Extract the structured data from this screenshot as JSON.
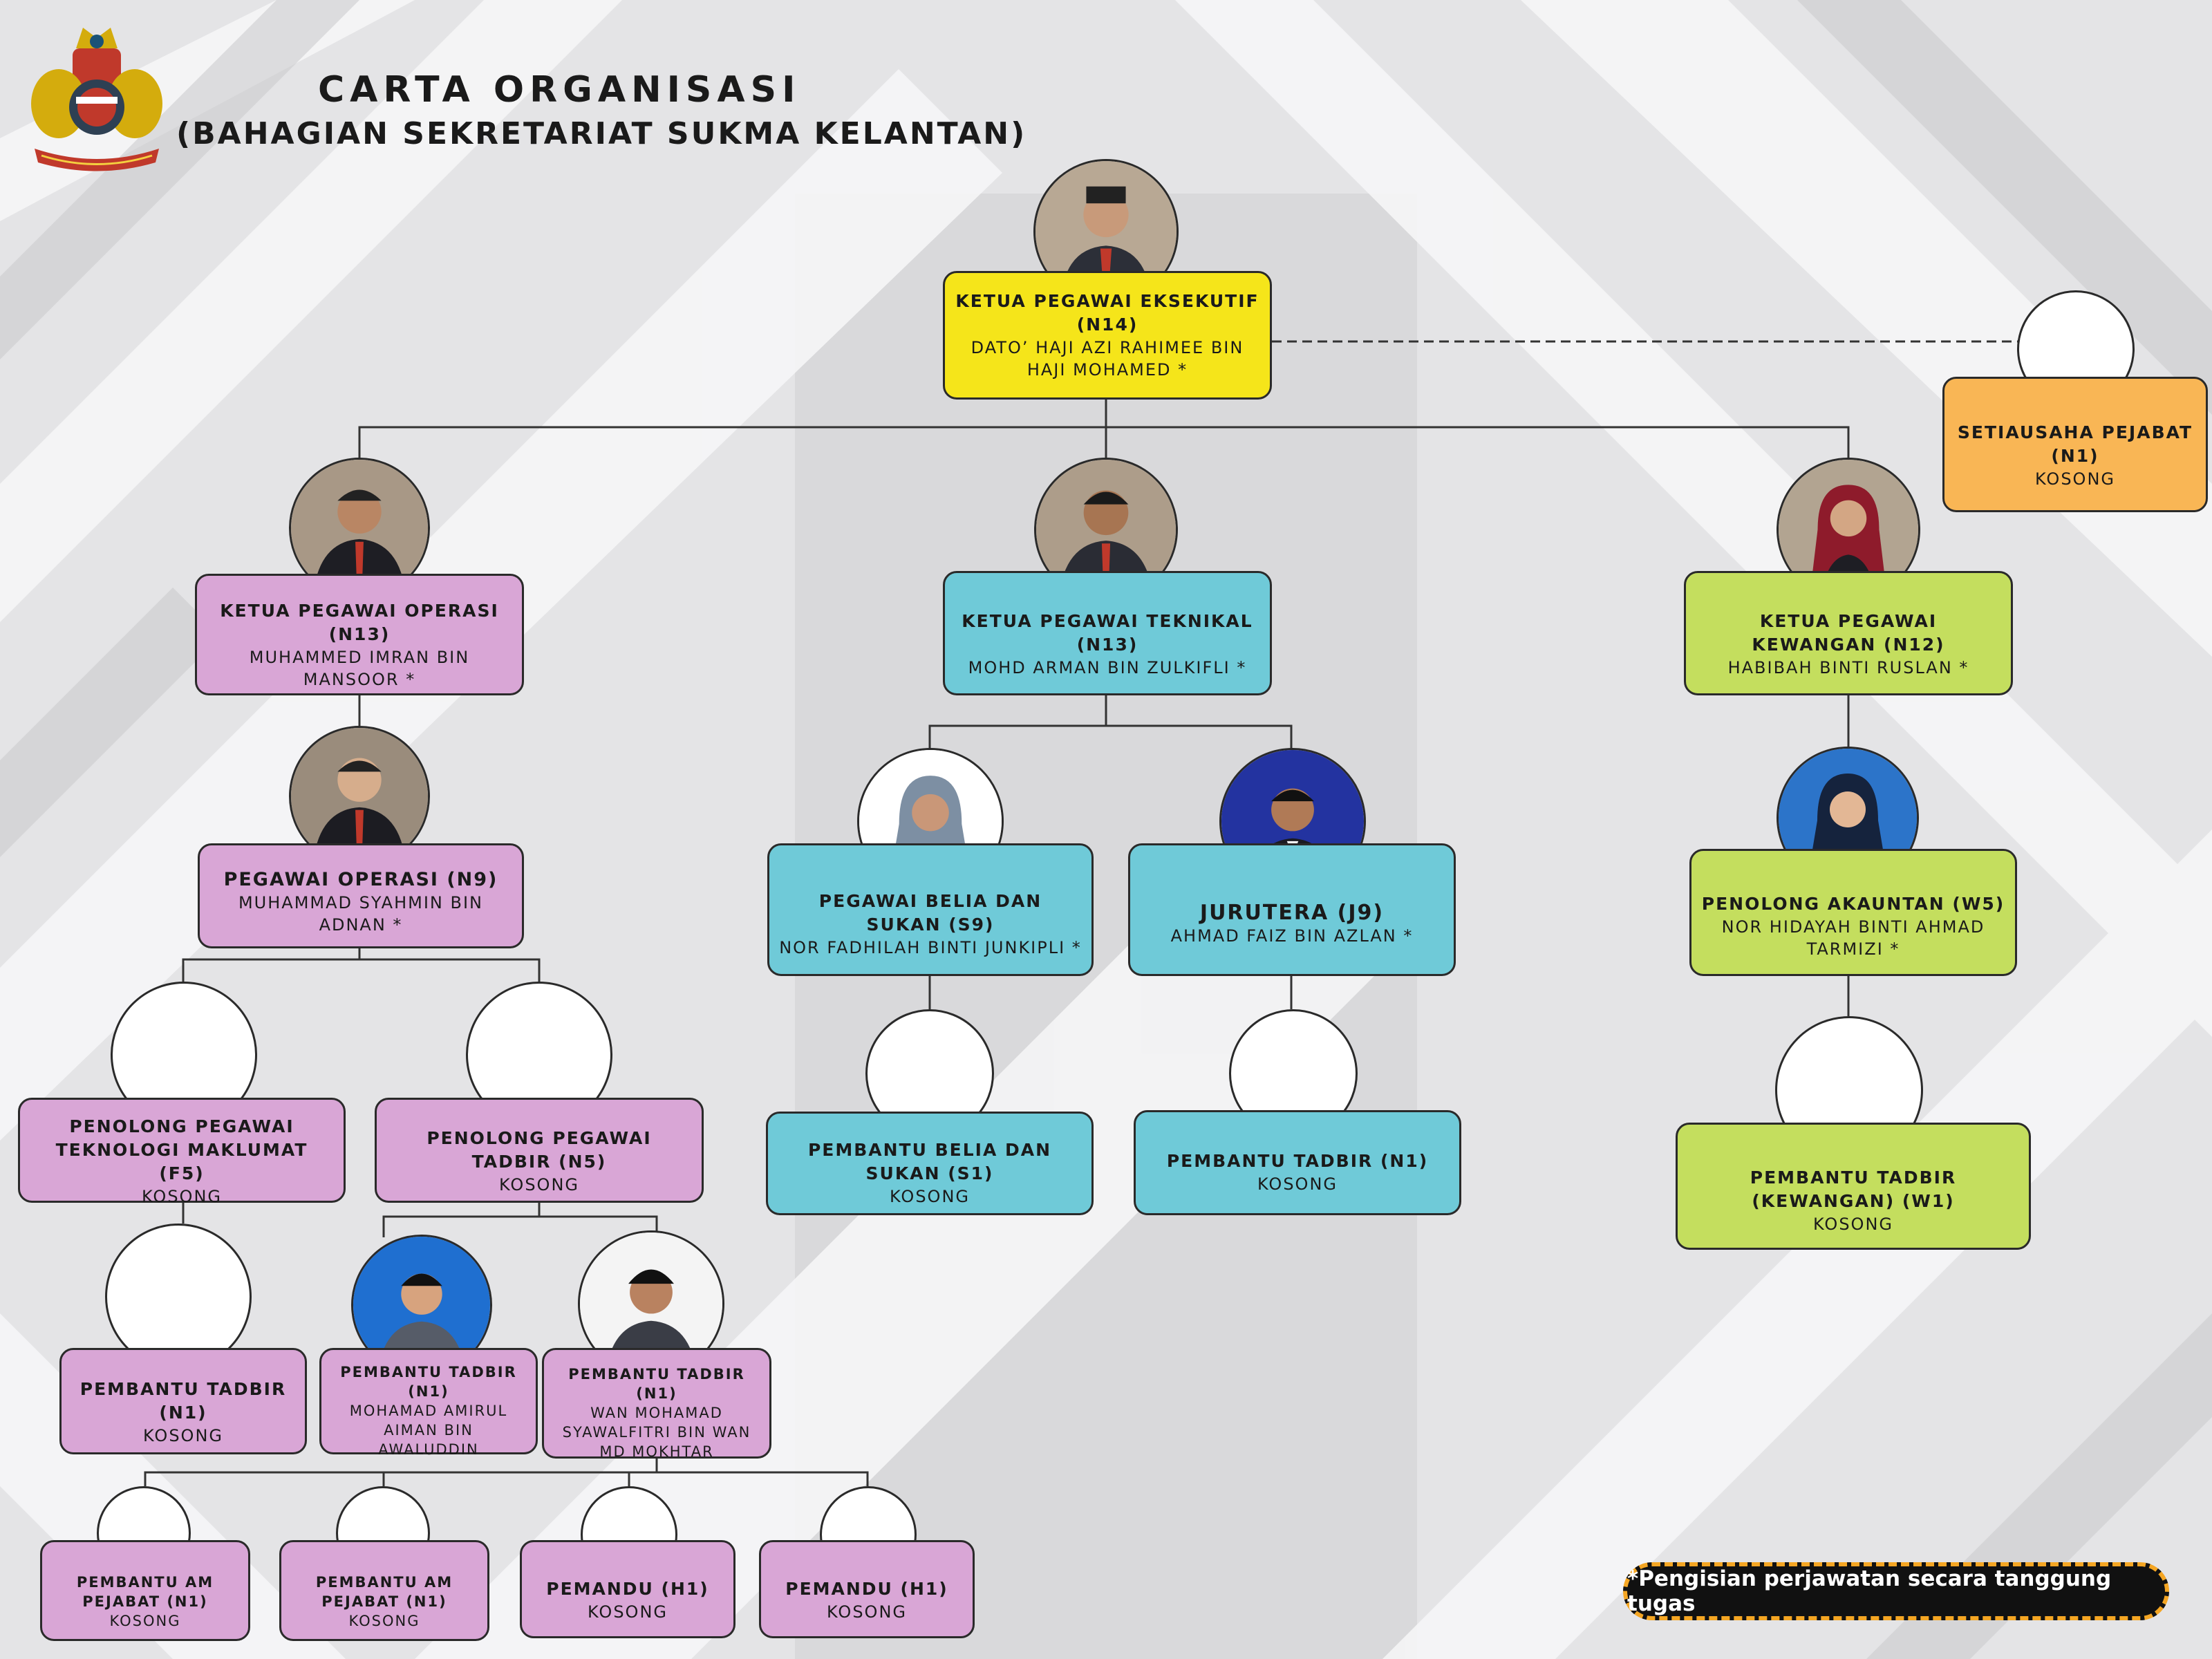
{
  "title": {
    "line1": "CARTA ORGANISASI",
    "line2": "(BAHAGIAN SEKRETARIAT SUKMA KELANTAN)"
  },
  "note": "*Pengisian perjawatan secara tanggung tugas",
  "colors": {
    "yellow": "#f5e51a",
    "purple": "#d9a6d6",
    "cyan": "#6fcad8",
    "green": "#c4de5e",
    "orange": "#f9b655"
  },
  "nodes": {
    "ceo": {
      "role": "KETUA PEGAWAI EKSEKUTIF (N14)",
      "name": "DATO’ HAJI AZI RAHIMEE BIN HAJI MOHAMED *",
      "photo": "person-male-songkok"
    },
    "secretary": {
      "role": "SETIAUSAHA PEJABAT (N1)",
      "name": "KOSONG",
      "photo": "empty"
    },
    "coo": {
      "role": "KETUA PEGAWAI OPERASI (N13)",
      "name": "MUHAMMED IMRAN BIN MANSOOR *",
      "photo": "person-male"
    },
    "cto": {
      "role": "KETUA PEGAWAI TEKNIKAL (N13)",
      "name": "MOHD ARMAN BIN ZULKIFLI *",
      "photo": "person-male"
    },
    "cfo": {
      "role": "KETUA PEGAWAI KEWANGAN (N12)",
      "name": "HABIBAH BINTI RUSLAN *",
      "photo": "person-female-hijab"
    },
    "ops_officer": {
      "role": "PEGAWAI OPERASI (N9)",
      "name": "MUHAMMAD SYAHMIN BIN ADNAN *",
      "photo": "person-male"
    },
    "youth_officer": {
      "role": "PEGAWAI BELIA DAN SUKAN (S9)",
      "name": "NOR FADHILAH BINTI JUNKIPLI *",
      "photo": "person-female-hijab"
    },
    "engineer": {
      "role": "JURUTERA (J9)",
      "name": "AHMAD FAIZ BIN AZLAN *",
      "photo": "person-male"
    },
    "accountant": {
      "role": "PENOLONG AKAUNTAN (W5)",
      "name": "NOR HIDAYAH BINTI AHMAD TARMIZI *",
      "photo": "person-female-hijab"
    },
    "it_asst": {
      "role": "PENOLONG PEGAWAI TEKNOLOGI MAKLUMAT (F5)",
      "name": "KOSONG",
      "photo": "empty"
    },
    "admin_asst_officer": {
      "role": "PENOLONG PEGAWAI TADBIR (N5)",
      "name": "KOSONG",
      "photo": "empty"
    },
    "youth_asst": {
      "role": "PEMBANTU BELIA DAN SUKAN (S1)",
      "name": "KOSONG",
      "photo": "empty"
    },
    "tech_admin_asst": {
      "role": "PEMBANTU TADBIR (N1)",
      "name": "KOSONG",
      "photo": "empty"
    },
    "fin_admin_asst": {
      "role": "PEMBANTU TADBIR (KEWANGAN) (W1)",
      "name": "KOSONG",
      "photo": "empty"
    },
    "it_admin_asst": {
      "role": "PEMBANTU TADBIR (N1)",
      "name": "KOSONG",
      "photo": "empty"
    },
    "admin_asst_1": {
      "role": "PEMBANTU TADBIR (N1)",
      "name": "MOHAMAD AMIRUL AIMAN BIN AWALUDDIN",
      "photo": "person-male"
    },
    "admin_asst_2": {
      "role": "PEMBANTU TADBIR (N1)",
      "name": "WAN MOHAMAD SYAWALFITRI BIN WAN MD MOKHTAR",
      "photo": "person-male"
    },
    "office_asst_1": {
      "role": "PEMBANTU AM PEJABAT (N1)",
      "name": "KOSONG",
      "photo": "empty"
    },
    "office_asst_2": {
      "role": "PEMBANTU AM PEJABAT (N1)",
      "name": "KOSONG",
      "photo": "empty"
    },
    "driver_1": {
      "role": "PEMANDU (H1)",
      "name": "KOSONG",
      "photo": "empty"
    },
    "driver_2": {
      "role": "PEMANDU (H1)",
      "name": "KOSONG",
      "photo": "empty"
    }
  }
}
